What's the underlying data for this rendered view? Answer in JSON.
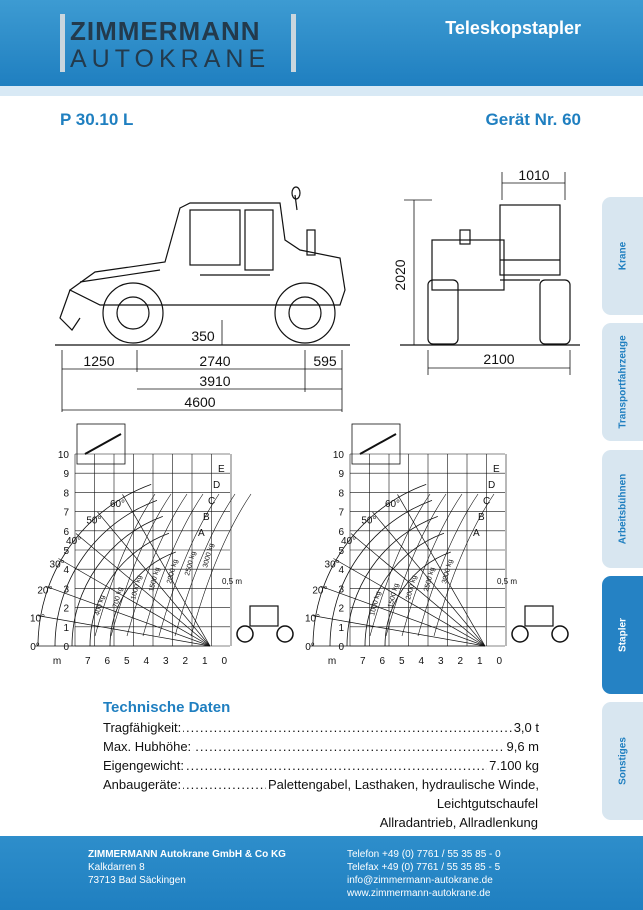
{
  "header": {
    "brand_line1": "ZIMMERMANN",
    "brand_line2": "AUTOKRANE",
    "doc_type": "Teleskopstapler",
    "model": "P 30.10 L",
    "device_no": "Gerät Nr. 60"
  },
  "tabs": [
    {
      "label": "Krane",
      "active": false
    },
    {
      "label": "Transportfahrzeuge",
      "active": false
    },
    {
      "label": "Arbeitsbühnen",
      "active": false
    },
    {
      "label": "Stapler",
      "active": true
    },
    {
      "label": "Sonstiges",
      "active": false
    }
  ],
  "dimensions": {
    "overhang": "1250",
    "wheelbase": "2740",
    "rear": "595",
    "length_chassis": "3910",
    "length_total": "4600",
    "ground_clearance": "350",
    "height": "2020",
    "width_cab": "1010",
    "width": "2100"
  },
  "load_charts": {
    "y_ticks": [
      "10",
      "9",
      "8",
      "7",
      "6",
      "5",
      "4",
      "3",
      "2",
      "1",
      "0"
    ],
    "x_ticks": [
      "m",
      "7",
      "6",
      "5",
      "4",
      "3",
      "2",
      "1",
      "0"
    ],
    "angles": [
      "60°",
      "50°",
      "40°",
      "30°",
      "20°",
      "10°",
      "0°"
    ],
    "curve_labels": [
      "E",
      "D",
      "C",
      "B",
      "A"
    ],
    "offset_label": "0,5 m",
    "left_loads": [
      "400 kg",
      "700 kg",
      "1000 kg",
      "1500 kg",
      "2000 kg",
      "2500 kg",
      "3000 kg"
    ],
    "right_loads": [
      "1000 kg",
      "1500 kg",
      "2000 kg",
      "2500 kg",
      "3000 kg"
    ]
  },
  "tech": {
    "title": "Technische Daten",
    "rows": [
      {
        "label": "Tragfähigkeit:",
        "value": "3,0 t"
      },
      {
        "label": "Max. Hubhöhe:",
        "value": "9,6 m"
      },
      {
        "label": "Eigengewicht:",
        "value": "7.100 kg"
      },
      {
        "label": "Anbaugeräte:",
        "value": "Palettengabel, Lasthaken, hydraulische Winde,"
      }
    ],
    "extra_lines": [
      "Leichtgutschaufel",
      "Allradantrieb, Allradlenkung"
    ]
  },
  "footer": {
    "company": "ZIMMERMANN Autokrane GmbH & Co KG",
    "street": "Kalkdarren 8",
    "city": "73713 Bad Säckingen",
    "phone": "Telefon +49 (0) 7761 / 55 35 85 - 0",
    "fax": "Telefax +49 (0) 7761 / 55 35 85 - 5",
    "email": "info@zimmermann-autokrane.de",
    "web": "www.zimmermann-autokrane.de"
  }
}
